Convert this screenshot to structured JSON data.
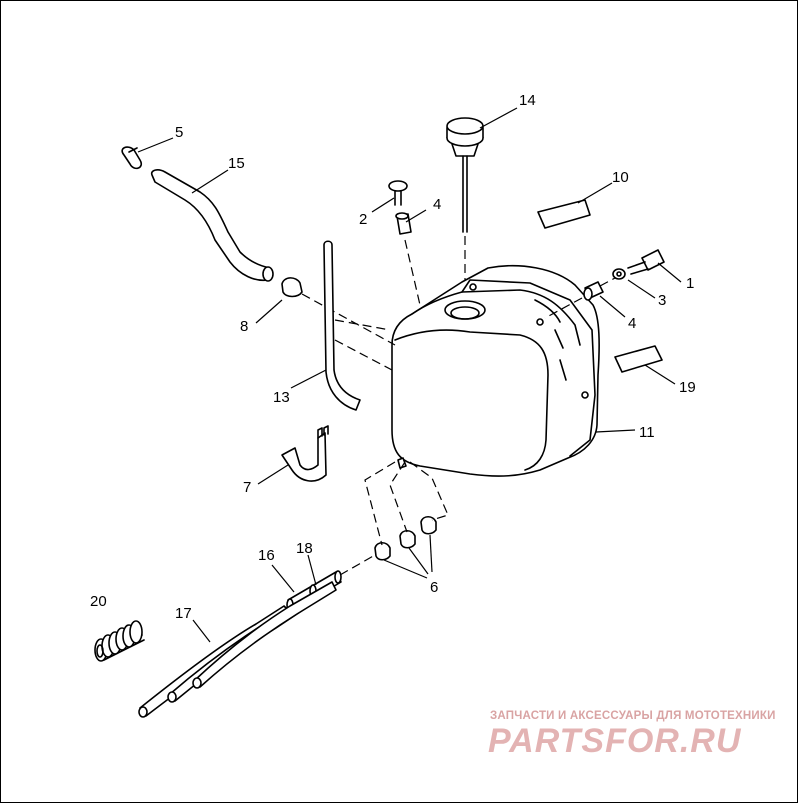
{
  "diagram": {
    "callouts": [
      "1",
      "2",
      "3",
      "4",
      "4",
      "5",
      "6",
      "7",
      "8",
      "10",
      "11",
      "13",
      "14",
      "15",
      "16",
      "17",
      "18",
      "19",
      "20"
    ]
  },
  "watermark": {
    "tagline": "ЗАПЧАСТИ И АКСЕССУАРЫ ДЛЯ МОТОТЕХНИКИ",
    "logo": "PARTSFOR.RU"
  }
}
